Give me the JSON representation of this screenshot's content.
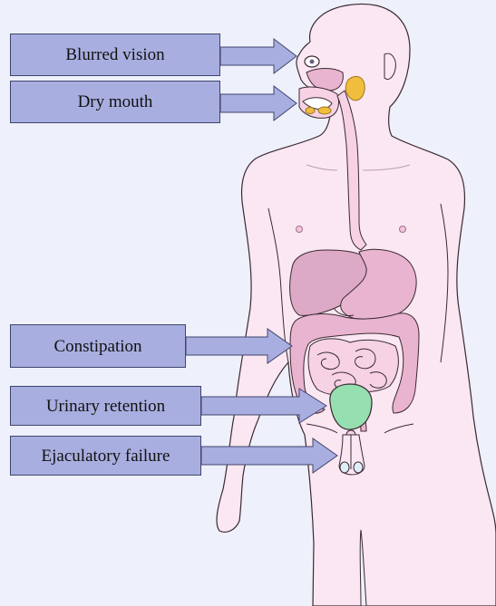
{
  "labels": {
    "blurred_vision": "Blurred vision",
    "dry_mouth": "Dry mouth",
    "constipation": "Constipation",
    "urinary_retention": "Urinary retention",
    "ejaculatory_failure": "Ejaculatory failure"
  },
  "colors": {
    "background": "#eef0fb",
    "label_fill": "#a9aee0",
    "label_border": "#40456c",
    "skin": "#fbe7f1",
    "body_outline": "#3a2a33",
    "organ_pink": "#e9b4d0",
    "liver": "#dca9c6",
    "bladder": "#96dfb0",
    "salivary_gland": "#f0be3c"
  }
}
